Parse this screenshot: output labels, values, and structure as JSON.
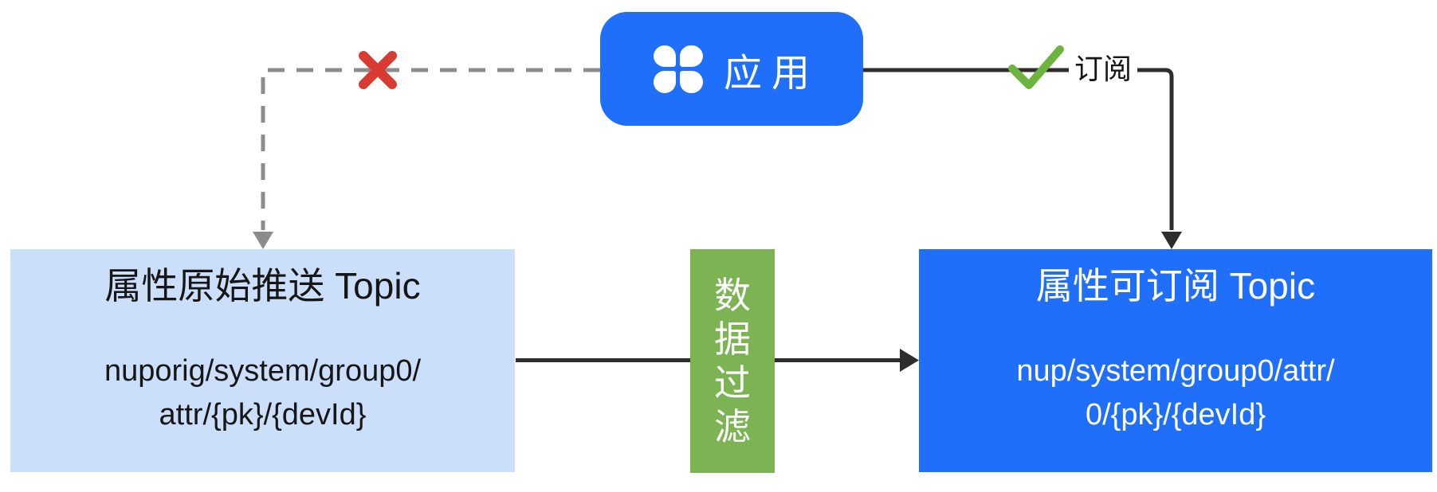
{
  "diagram": {
    "app": {
      "label": "应用"
    },
    "subscribe_edge": {
      "label": "订阅"
    },
    "raw_topic": {
      "title": "属性原始推送 Topic",
      "path_lines": [
        "nuporig/system/group0/",
        "attr/{pk}/{devId}"
      ]
    },
    "filter": {
      "label": "数据过滤",
      "chars": [
        "数",
        "据",
        "过",
        "滤"
      ]
    },
    "sub_topic": {
      "title": "属性可订阅 Topic",
      "path_lines": [
        "nup/system/group0/attr/",
        "0/{pk}/{devId}"
      ]
    },
    "colors": {
      "primary_blue": "#1f6ffa",
      "light_blue": "#cbdffb",
      "filter_green": "#7cb454",
      "check_green": "#6cb33f",
      "cross_red": "#d93a32",
      "line_dark": "#2d2d2d",
      "line_gray": "#8c8c8c"
    }
  }
}
